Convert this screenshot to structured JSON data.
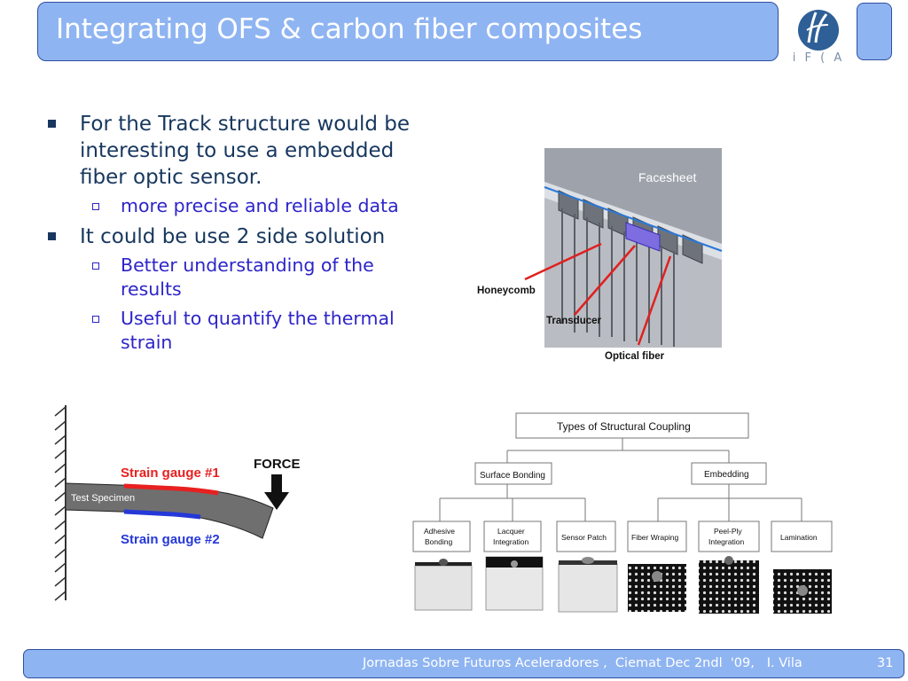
{
  "slide": {
    "title": "Integrating OFS & carbon fiber composites",
    "logo_caption": "i F ( A",
    "bullets": [
      {
        "text": "For the Track structure would be interesting to use a embedded fiber optic sensor.",
        "sub": [
          "more precise and reliable data"
        ]
      },
      {
        "text": "It could be use 2 side solution",
        "sub": [
          "Better understanding of the results",
          "Useful to quantify the thermal strain"
        ]
      }
    ],
    "figure_sensor": {
      "facesheet": "Facesheet",
      "honeycomb": "Honeycomb",
      "transducer": "Transducer",
      "optical_fiber": "Optical fiber"
    },
    "figure_strain": {
      "gauge1": "Strain gauge #1",
      "gauge2": "Strain gauge #2",
      "force": "FORCE",
      "specimen": "Test Specimen"
    },
    "figure_coupling": {
      "root": "Types of Structural Coupling",
      "surface_bonding": "Surface Bonding",
      "embedding": "Embedding",
      "adhesive_1": "Adhesive",
      "adhesive_2": "Bonding",
      "lacquer_1": "Lacquer",
      "lacquer_2": "Integration",
      "sensor_patch": "Sensor Patch",
      "fiber_wraping": "Fiber Wraping",
      "peelply_1": "Peel-Ply",
      "peelply_2": "Integration",
      "lamination": "Lamination"
    },
    "footer": {
      "text": "Jornadas Sobre Futuros Aceleradores ,  Ciemat Dec 2ndl  '09,   I. Vila",
      "page": "31"
    },
    "colors": {
      "accent": "#8fb4f2",
      "border": "#2f4f9e",
      "text": "#17375e",
      "sub_text": "#2d24c9"
    }
  }
}
